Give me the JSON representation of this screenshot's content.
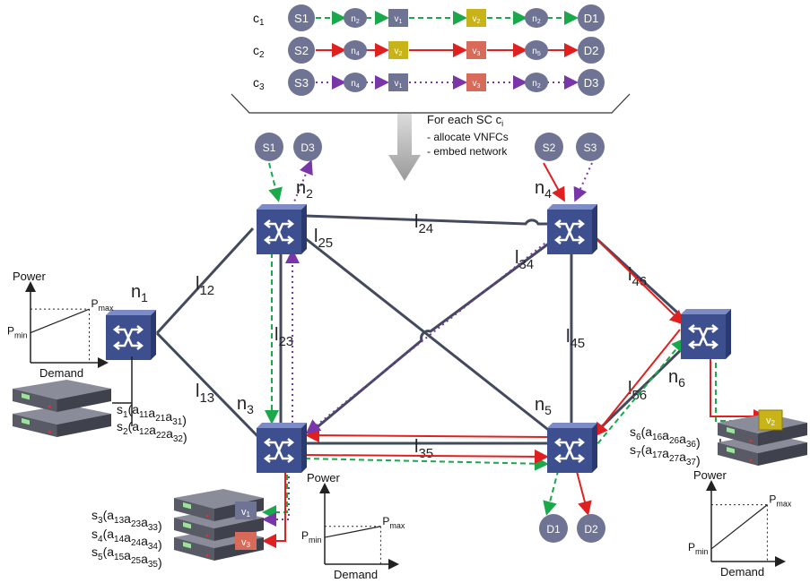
{
  "chains": [
    {
      "id": "c",
      "sub": "1",
      "elements": [
        {
          "kind": "end",
          "label": "S1"
        },
        {
          "kind": "node",
          "n": "n",
          "s": "2"
        },
        {
          "kind": "vnf",
          "v": "v",
          "s": "1",
          "color": "#707494"
        },
        {
          "kind": "vnf",
          "v": "v",
          "s": "2",
          "color": "#c8b419"
        },
        {
          "kind": "node",
          "n": "n",
          "s": "2"
        },
        {
          "kind": "end",
          "label": "D1"
        }
      ],
      "line_color": "#1aa84b",
      "dash": "green"
    },
    {
      "id": "c",
      "sub": "2",
      "elements": [
        {
          "kind": "end",
          "label": "S2"
        },
        {
          "kind": "node",
          "n": "n",
          "s": "4"
        },
        {
          "kind": "vnf",
          "v": "v",
          "s": "2",
          "color": "#c8b419"
        },
        {
          "kind": "vnf",
          "v": "v",
          "s": "3",
          "color": "#d86a5a"
        },
        {
          "kind": "node",
          "n": "n",
          "s": "5"
        },
        {
          "kind": "end",
          "label": "D2"
        }
      ],
      "line_color": "#e02020",
      "dash": "solid"
    },
    {
      "id": "c",
      "sub": "3",
      "elements": [
        {
          "kind": "end",
          "label": "S3"
        },
        {
          "kind": "node",
          "n": "n",
          "s": "4"
        },
        {
          "kind": "vnf",
          "v": "v",
          "s": "1",
          "color": "#707494"
        },
        {
          "kind": "vnf",
          "v": "v",
          "s": "3",
          "color": "#d86a5a"
        },
        {
          "kind": "node",
          "n": "n",
          "s": "2"
        },
        {
          "kind": "end",
          "label": "D3"
        }
      ],
      "line_color": "#7a35a8",
      "dash": "dotted"
    }
  ],
  "step_text": {
    "line1": "For each SC c",
    "line1_sub": "i",
    "line2": "- allocate VNFCs",
    "line3": "- embed network"
  },
  "switches": [
    {
      "name": "n",
      "sub": "1"
    },
    {
      "name": "n",
      "sub": "2"
    },
    {
      "name": "n",
      "sub": "3"
    },
    {
      "name": "n",
      "sub": "4"
    },
    {
      "name": "n",
      "sub": "5"
    },
    {
      "name": "n",
      "sub": "6"
    }
  ],
  "links": [
    {
      "l": "l",
      "sub": "12"
    },
    {
      "l": "l",
      "sub": "13"
    },
    {
      "l": "l",
      "sub": "23"
    },
    {
      "l": "l",
      "sub": "24"
    },
    {
      "l": "l",
      "sub": "25"
    },
    {
      "l": "l",
      "sub": "34"
    },
    {
      "l": "l",
      "sub": "35"
    },
    {
      "l": "l",
      "sub": "45"
    },
    {
      "l": "l",
      "sub": "46"
    },
    {
      "l": "l",
      "sub": "56"
    }
  ],
  "endpoints": [
    "S1",
    "D3",
    "S2",
    "S3",
    "D1",
    "D2"
  ],
  "servers_n1": [
    {
      "s": "s",
      "sub": "1",
      "a": [
        "a",
        "11",
        "a",
        "21",
        "a",
        "31"
      ]
    },
    {
      "s": "s",
      "sub": "2",
      "a": [
        "a",
        "12",
        "a",
        "22",
        "a",
        "32"
      ]
    }
  ],
  "servers_n3": [
    {
      "s": "s",
      "sub": "3",
      "a": [
        "a",
        "13",
        "a",
        "23",
        "a",
        "33"
      ]
    },
    {
      "s": "s",
      "sub": "4",
      "a": [
        "a",
        "14",
        "a",
        "24",
        "a",
        "34"
      ]
    },
    {
      "s": "s",
      "sub": "5",
      "a": [
        "a",
        "15",
        "a",
        "25",
        "a",
        "35"
      ]
    }
  ],
  "servers_n6": [
    {
      "s": "s",
      "sub": "6",
      "a": [
        "a",
        "16",
        "a",
        "26",
        "a",
        "36"
      ]
    },
    {
      "s": "s",
      "sub": "7",
      "a": [
        "a",
        "17",
        "a",
        "27",
        "a",
        "37"
      ]
    }
  ],
  "vnf_on_servers": [
    {
      "v": "v",
      "sub": "1",
      "color": "#707494"
    },
    {
      "v": "v",
      "sub": "3",
      "color": "#d86a5a"
    },
    {
      "v": "v",
      "sub": "2",
      "color": "#c8b419"
    }
  ],
  "power_chart": {
    "y": "Power",
    "x": "Demand",
    "pmax": "P",
    "pmax_sub": "max",
    "pmin": "P",
    "pmin_sub": "min"
  },
  "colors": {
    "switch": "#3d4f8f",
    "switch_top": "#6e7fba",
    "circle": "#707494",
    "link": "#444a5e",
    "green": "#1aa84b",
    "red": "#e02020",
    "purple": "#7a35a8"
  }
}
